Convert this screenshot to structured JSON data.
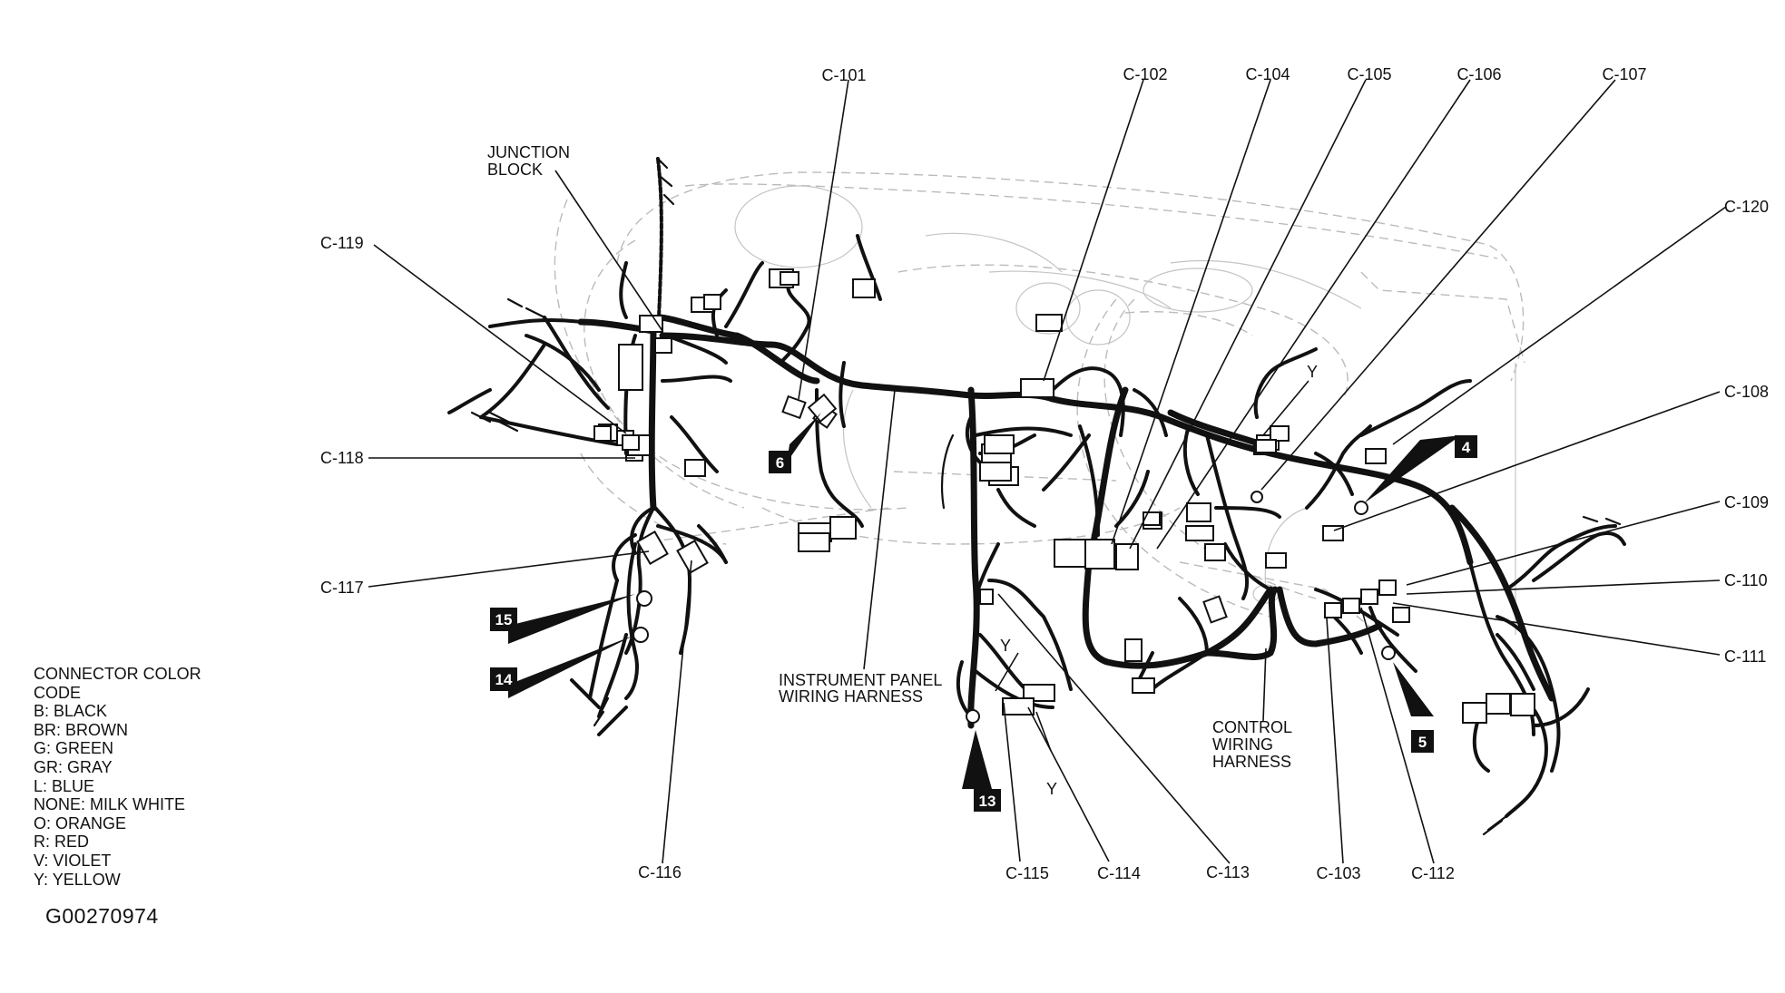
{
  "diagram": {
    "connectors": {
      "c101": "C-101",
      "c102": "C-102",
      "c103": "C-103",
      "c104": "C-104",
      "c105": "C-105",
      "c106": "C-106",
      "c107": "C-107",
      "c108": "C-108",
      "c109": "C-109",
      "c110": "C-110",
      "c111": "C-111",
      "c112": "C-112",
      "c113": "C-113",
      "c114": "C-114",
      "c115": "C-115",
      "c116": "C-116",
      "c117": "C-117",
      "c118": "C-118",
      "c119": "C-119",
      "c120": "C-120"
    },
    "junction_block": [
      "JUNCTION",
      "BLOCK"
    ],
    "instrument_panel_harness": [
      "INSTRUMENT PANEL",
      "WIRING HARNESS"
    ],
    "control_harness": [
      "CONTROL",
      "WIRING",
      "HARNESS"
    ],
    "wire_color_marks": {
      "y1": "Y",
      "y2": "Y",
      "y3": "Y"
    },
    "ground_points": {
      "g4": "4",
      "g5": "5",
      "g6": "6",
      "g13": "13",
      "g14": "14",
      "g15": "15"
    }
  },
  "legend": {
    "title_line1": "CONNECTOR COLOR",
    "title_line2": "CODE",
    "items": [
      "B: BLACK",
      "BR: BROWN",
      "G: GREEN",
      "GR: GRAY",
      "L: BLUE",
      "NONE: MILK WHITE",
      "O: ORANGE",
      "R: RED",
      "V: VIOLET",
      "Y: YELLOW"
    ]
  },
  "figure_id": "G00270974"
}
